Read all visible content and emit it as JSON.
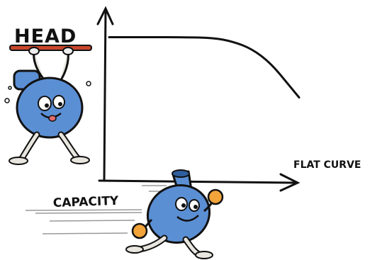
{
  "labels": {
    "head": "HEAD",
    "capacity": "CAPACITY",
    "curve": "FLAT CURVE"
  },
  "chart_data": {
    "type": "line",
    "title": "",
    "xlabel": "CAPACITY",
    "ylabel": "HEAD",
    "series": [
      {
        "name": "FLAT CURVE",
        "x": [
          0,
          0.2,
          0.4,
          0.55,
          0.65,
          0.75,
          0.85,
          0.95,
          1.0
        ],
        "y": [
          1.0,
          1.0,
          1.0,
          0.995,
          0.97,
          0.92,
          0.82,
          0.66,
          0.58
        ]
      }
    ],
    "xlim": [
      0,
      1
    ],
    "ylim": [
      0,
      1.2
    ],
    "grid": false
  },
  "colors": {
    "pump_blue": "#5b8fd4",
    "pump_dark": "#2f5e9e",
    "hand_orange": "#f2a43a",
    "bar_red": "#c9462c",
    "ink": "#111111"
  },
  "icons": {
    "head_mascot": "handstand-pump-icon",
    "capacity_mascot": "running-pump-icon"
  }
}
